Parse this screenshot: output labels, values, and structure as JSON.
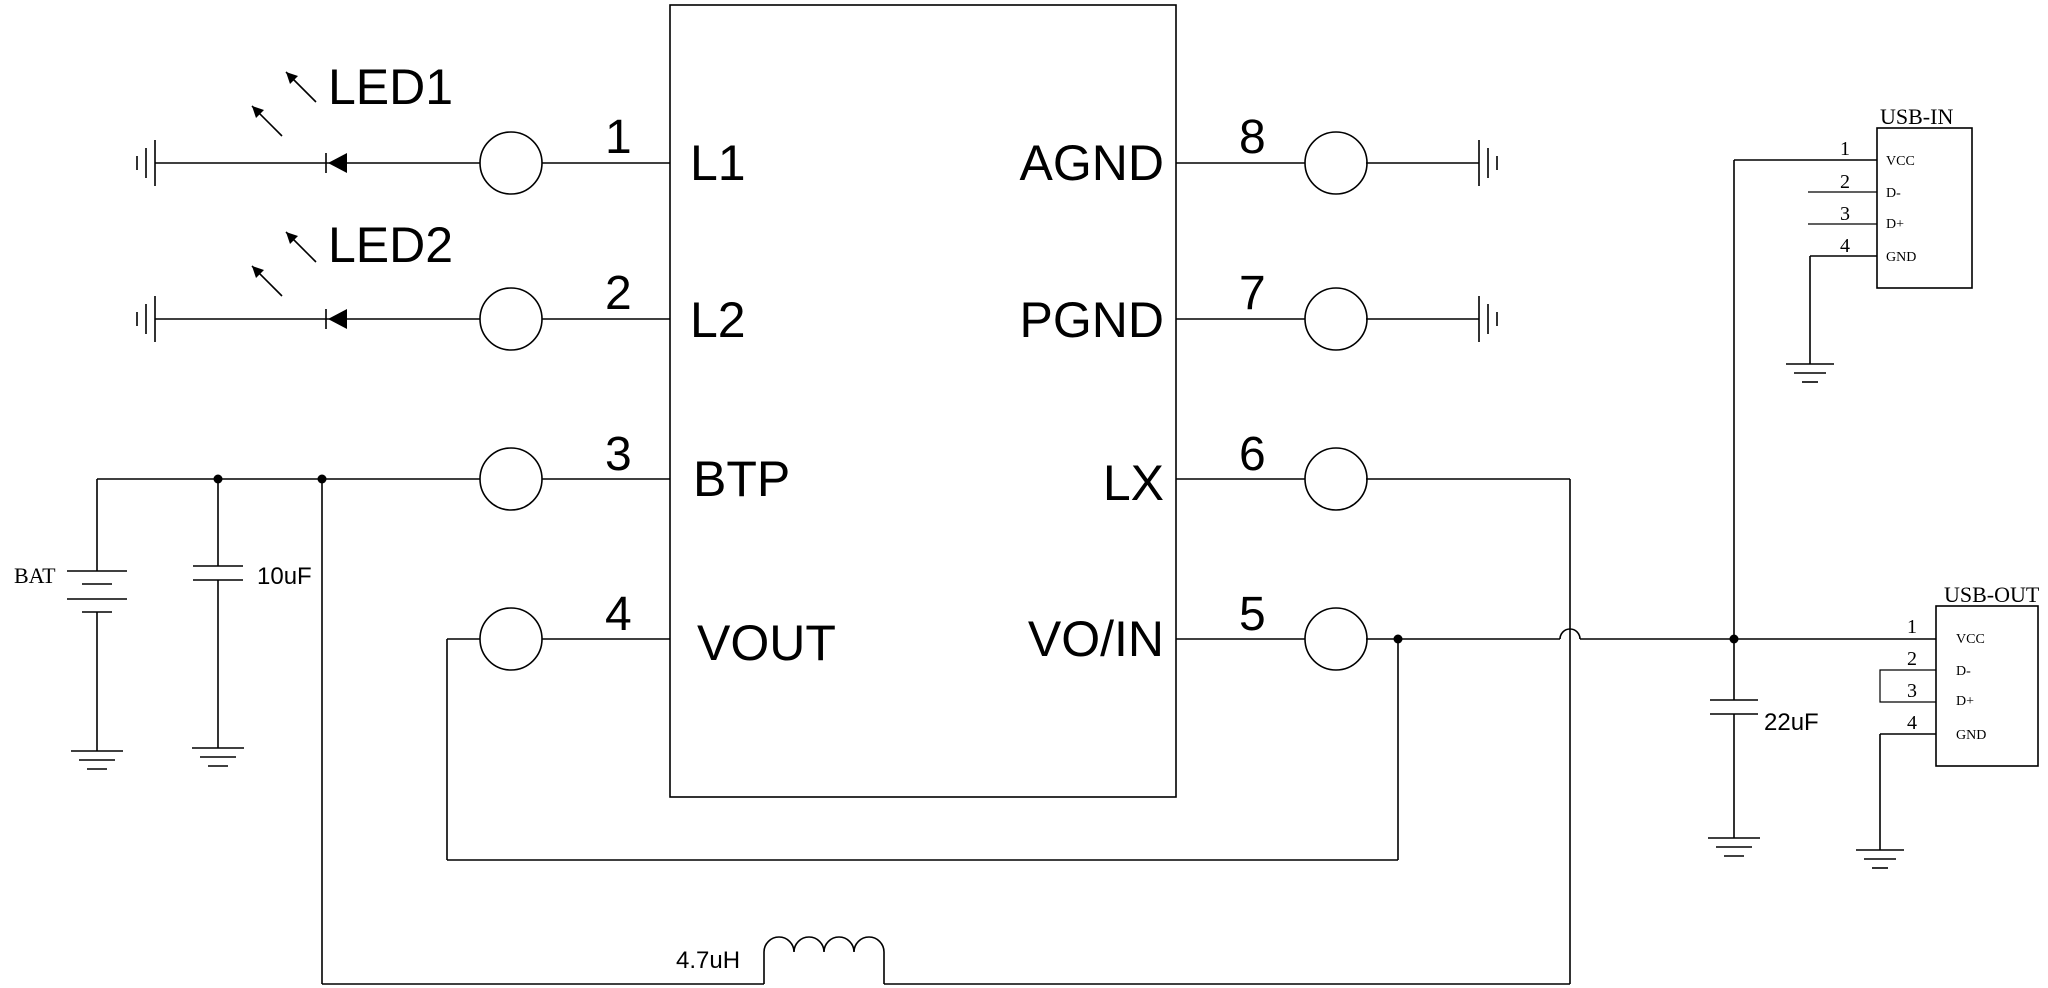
{
  "ic": {
    "left_pins": [
      {
        "number": "1",
        "name": "L1"
      },
      {
        "number": "2",
        "name": "L2"
      },
      {
        "number": "3",
        "name": "BTP"
      },
      {
        "number": "4",
        "name": "VOUT"
      }
    ],
    "right_pins": [
      {
        "number": "8",
        "name": "AGND"
      },
      {
        "number": "7",
        "name": "PGND"
      },
      {
        "number": "6",
        "name": "LX"
      },
      {
        "number": "5",
        "name": "VO/IN"
      }
    ]
  },
  "leds": {
    "led1": "LED1",
    "led2": "LED2"
  },
  "components": {
    "battery": "BAT",
    "cap_in": "10uF",
    "cap_out": "22uF",
    "inductor": "4.7uH"
  },
  "usb_in": {
    "title": "USB-IN",
    "pins": [
      {
        "number": "1",
        "name": "VCC"
      },
      {
        "number": "2",
        "name": "D-"
      },
      {
        "number": "3",
        "name": "D+"
      },
      {
        "number": "4",
        "name": "GND"
      }
    ]
  },
  "usb_out": {
    "title": "USB-OUT",
    "pins": [
      {
        "number": "1",
        "name": "VCC"
      },
      {
        "number": "2",
        "name": "D-"
      },
      {
        "number": "3",
        "name": "D+"
      },
      {
        "number": "4",
        "name": "GND"
      }
    ]
  }
}
